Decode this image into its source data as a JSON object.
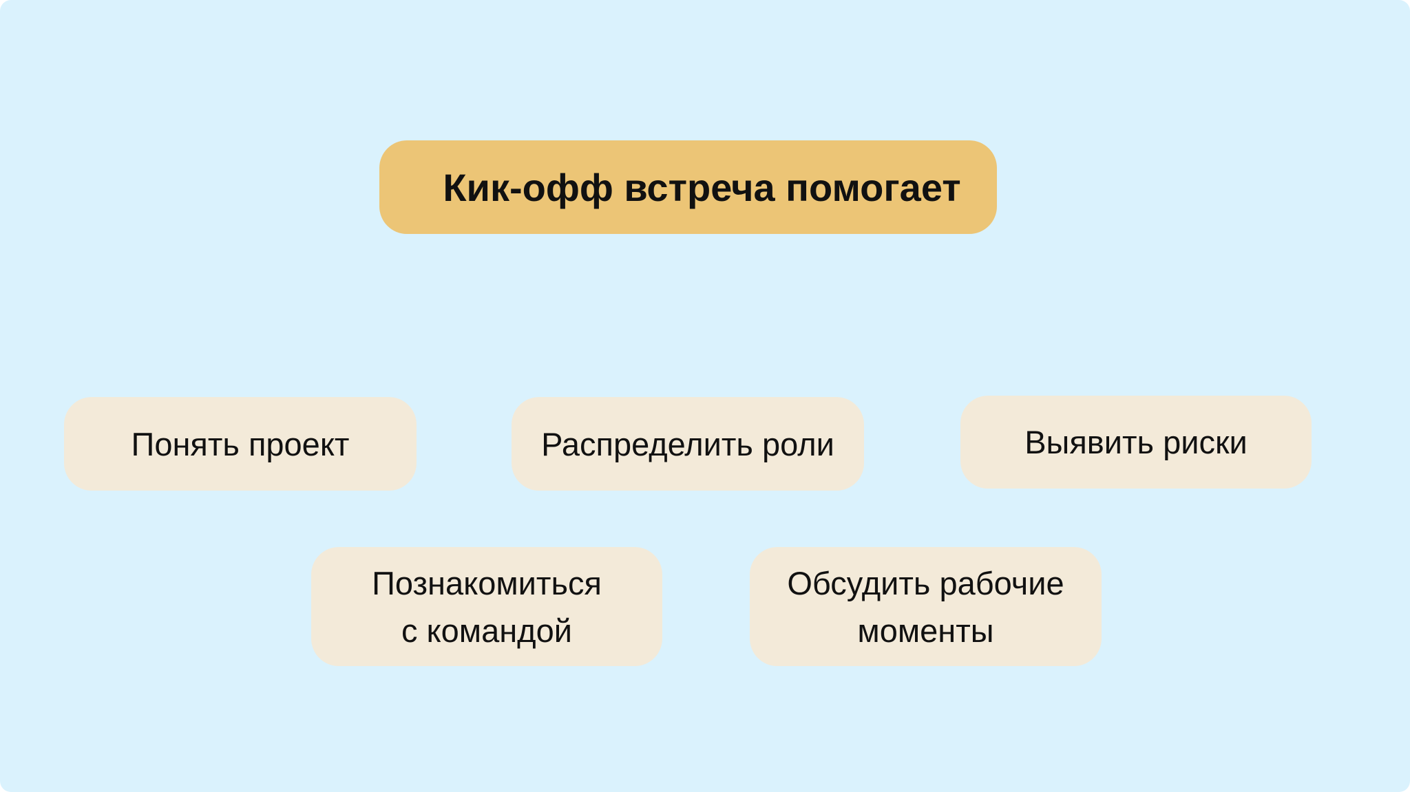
{
  "title": "Кик-офф встреча помогает",
  "items": [
    {
      "lines": [
        "Понять проект"
      ]
    },
    {
      "lines": [
        "Распределить роли"
      ]
    },
    {
      "lines": [
        "Выявить риски"
      ]
    },
    {
      "lines": [
        "Познакомиться",
        "с командой"
      ]
    },
    {
      "lines": [
        "Обсудить рабочие",
        "моменты"
      ]
    }
  ],
  "colors": {
    "background": "#daf2fd",
    "header": "#ecc576",
    "item": "#f3ead9"
  }
}
